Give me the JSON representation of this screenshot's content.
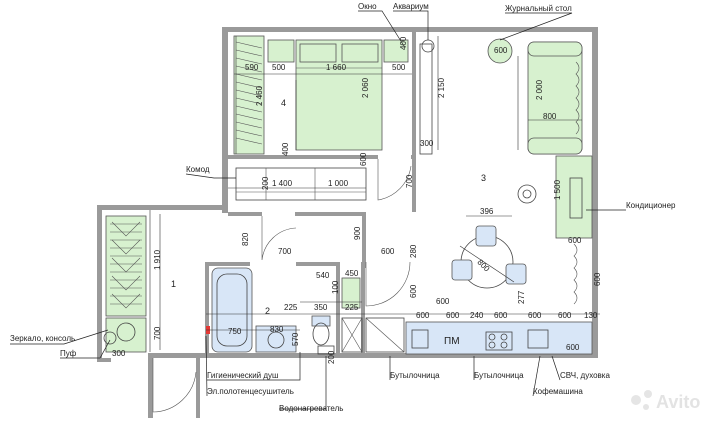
{
  "labels": {
    "okno": "Окно",
    "akvarium": "Аквариум",
    "zhurnalny_stol": "Журнальный стол",
    "komod": "Комод",
    "konditsioner": "Кондиционер",
    "zerkalo": "Зеркало, консоль",
    "puf": "Пуф",
    "gig_dush": "Гигиенический душ",
    "el_polotentsesushitel": "Эл.полотенцесушитель",
    "vodonagrevatel": "Водонагреватель",
    "butylochnitsa_1": "Бутылочница",
    "butylochnitsa_2": "Бутылочница",
    "kofemashina": "Кофемашина",
    "svch": "СВЧ, духовка",
    "pm": "ПМ"
  },
  "rooms": {
    "r1": "1",
    "r2": "2",
    "r3": "3",
    "r4": "4"
  },
  "dims": {
    "d590": "590",
    "d500a": "500",
    "d1660": "1 660",
    "d500b": "500",
    "d400a": "400",
    "d2460": "2 460",
    "d2060": "2 060",
    "d2150": "2 150",
    "d400b": "400",
    "d600a": "600",
    "d300a": "300",
    "d200a": "200",
    "d1400": "1 400",
    "d1000": "1 000",
    "d700a": "700",
    "d600top": "600",
    "d2000": "2 000",
    "d800a": "800",
    "d1500": "1 500",
    "d600b": "600",
    "d396": "396",
    "d800b": "800",
    "d1910": "1 910",
    "d820": "820",
    "d900": "900",
    "d700b": "700",
    "d600c": "600",
    "d280": "280",
    "d540": "540",
    "d450": "450",
    "d600d": "600",
    "d100": "100",
    "d225a": "225",
    "d350": "350",
    "d225b": "225",
    "d750": "750",
    "d830": "830",
    "d570": "570",
    "d200b": "200",
    "d700c": "700",
    "d300b": "300",
    "d600e": "600",
    "d600f": "600",
    "d240": "240",
    "d600g": "600",
    "d600h": "600",
    "d600i": "600",
    "d600j": "600",
    "d130": "130",
    "d600k": "600",
    "d600l": "600",
    "d277": "277"
  },
  "watermark": "Avito",
  "colors": {
    "wall": "#9a9a9a",
    "furniture_green": "#d7f1cf",
    "plumbing_blue": "#d8e6f7",
    "accent_red": "#e53935"
  }
}
